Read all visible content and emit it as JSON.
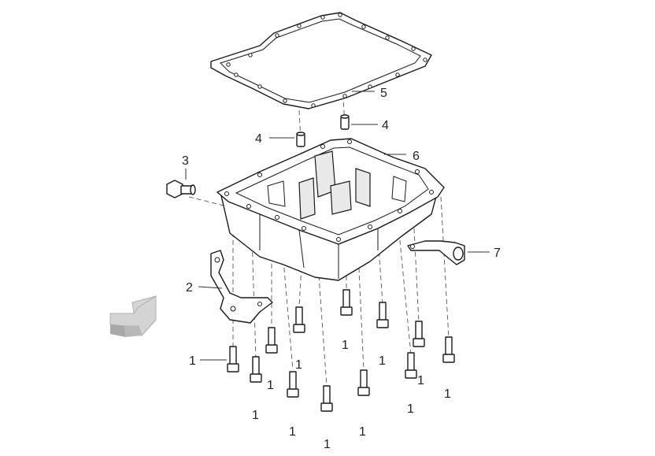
{
  "diagram": {
    "callouts": {
      "c1a": "1",
      "c1b": "1",
      "c1c": "1",
      "c1d": "1",
      "c1e": "1",
      "c1f": "1",
      "c1g": "1",
      "c1h": "1",
      "c1i": "1",
      "c1j": "1",
      "c1k": "1",
      "c1l": "1",
      "c2": "2",
      "c3": "3",
      "c4a": "4",
      "c4b": "4",
      "c5": "5",
      "c6": "6",
      "c7": "7"
    },
    "colors": {
      "line": "#1a1a1a",
      "arrow_fill": "#d4d4d4",
      "arrow_shade": "#a8a8a8"
    },
    "icons": {
      "direction_arrow": "front-direction-arrow-icon"
    }
  }
}
